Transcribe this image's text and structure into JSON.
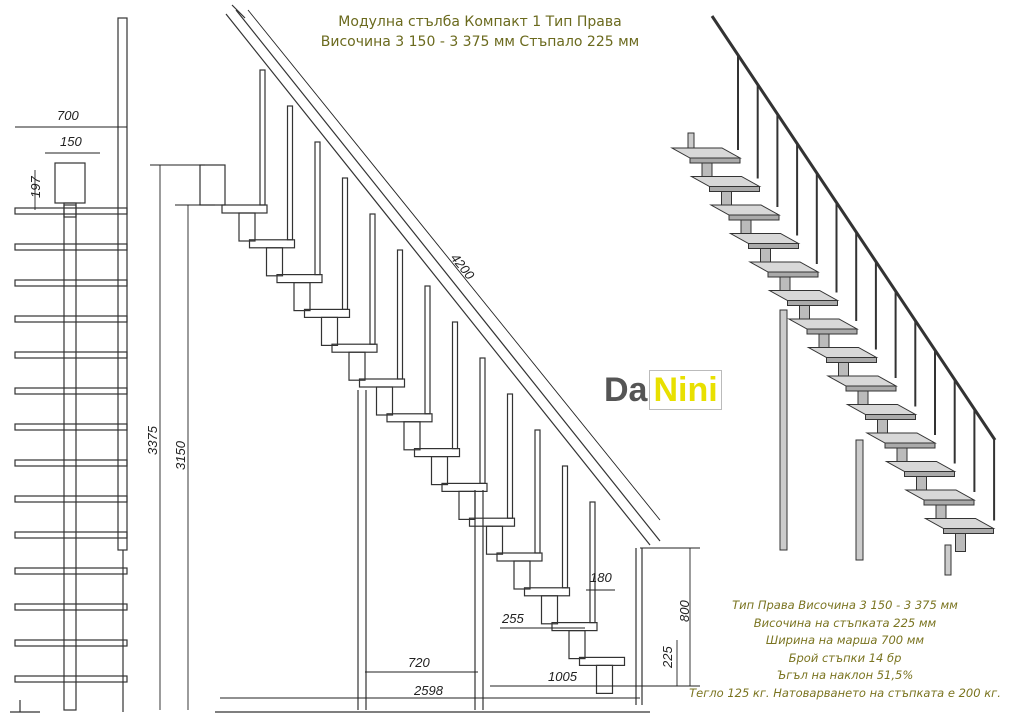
{
  "title": {
    "line1": "Модулна стълба Компакт 1 Тип Права",
    "line2": "Височина 3 150 - 3 375 мм Стъпало 225 мм"
  },
  "logo": {
    "part1": "Da",
    "part2": "Nini"
  },
  "specs": [
    "Тип Права Височина 3 150 - 3 375 мм",
    "Височина на стъпката 225 мм",
    "Ширина на марша 700 мм",
    "Брой стъпки 14 бр",
    "Ъгъл на наклон 51,5%",
    "Тегло 125 кг. Натоварването на стъпката е 200 кг."
  ],
  "dimensions": {
    "width_700": "700",
    "platform_150": "150",
    "platform_197": "197",
    "height_3375": "3375",
    "height_3150": "3150",
    "rail_4200": "4200",
    "clear_720": "720",
    "length_2598": "2598",
    "length_1005": "1005",
    "tread_180": "180",
    "going_255": "255",
    "rail_800": "800",
    "riser_225": "225"
  },
  "steps_count": 14
}
